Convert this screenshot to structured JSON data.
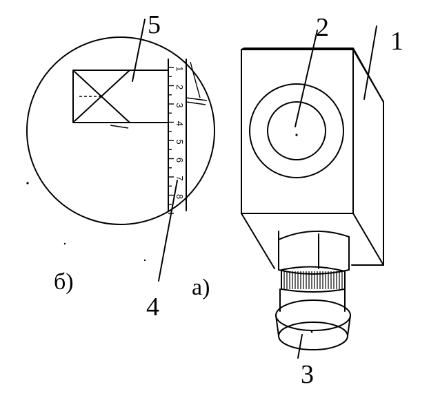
{
  "labels": {
    "n1": "1",
    "n2": "2",
    "n3": "3",
    "n4": "4",
    "n5": "5",
    "sub_a": "а)",
    "sub_b": "б)"
  },
  "scale_ticks": [
    "1",
    "2",
    "3",
    "4",
    "5",
    "6",
    "7",
    "8"
  ]
}
